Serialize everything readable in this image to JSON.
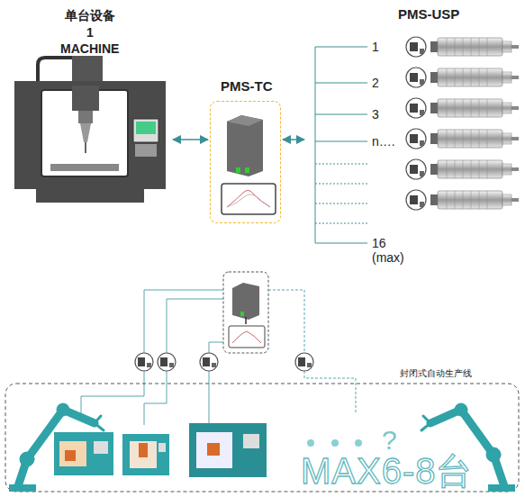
{
  "diagram": {
    "nodes": [
      {
        "text": [
          "单台设备",
          "1",
          "MACHINE"
        ]
      },
      {
        "text": [
          "PMS-TC"
        ]
      },
      {
        "text": [
          "PMS-USP"
        ]
      },
      {
        "text": [
          "封闭式自动生产线"
        ]
      }
    ],
    "edges": [
      {
        "from": 0,
        "to": 1,
        "arrow": "both"
      },
      {
        "from": 1,
        "to": 2,
        "arrow": "both"
      }
    ],
    "labels": [
      "1",
      "2",
      "3",
      "n….",
      "16 (max)",
      "?",
      "MAX6-8台"
    ]
  }
}
